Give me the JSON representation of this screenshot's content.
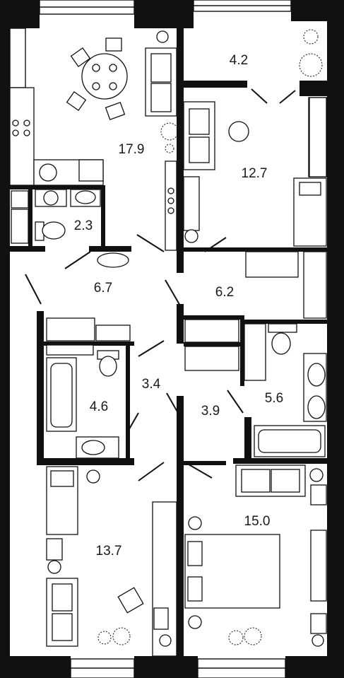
{
  "rooms": [
    {
      "id": "kitchen-living",
      "area": "17.9"
    },
    {
      "id": "balcony",
      "area": "4.2"
    },
    {
      "id": "bedroom-top",
      "area": "12.7"
    },
    {
      "id": "wc",
      "area": "2.3"
    },
    {
      "id": "hall-left",
      "area": "6.7"
    },
    {
      "id": "hall-right",
      "area": "6.2"
    },
    {
      "id": "bathroom-left",
      "area": "4.6"
    },
    {
      "id": "corridor-left",
      "area": "3.4"
    },
    {
      "id": "corridor-right",
      "area": "3.9"
    },
    {
      "id": "bathroom-right",
      "area": "5.6"
    },
    {
      "id": "bedroom-bottom-left",
      "area": "13.7"
    },
    {
      "id": "bedroom-bottom-right",
      "area": "15.0"
    }
  ],
  "colors": {
    "wall": "#111111",
    "background": "#ffffff"
  }
}
